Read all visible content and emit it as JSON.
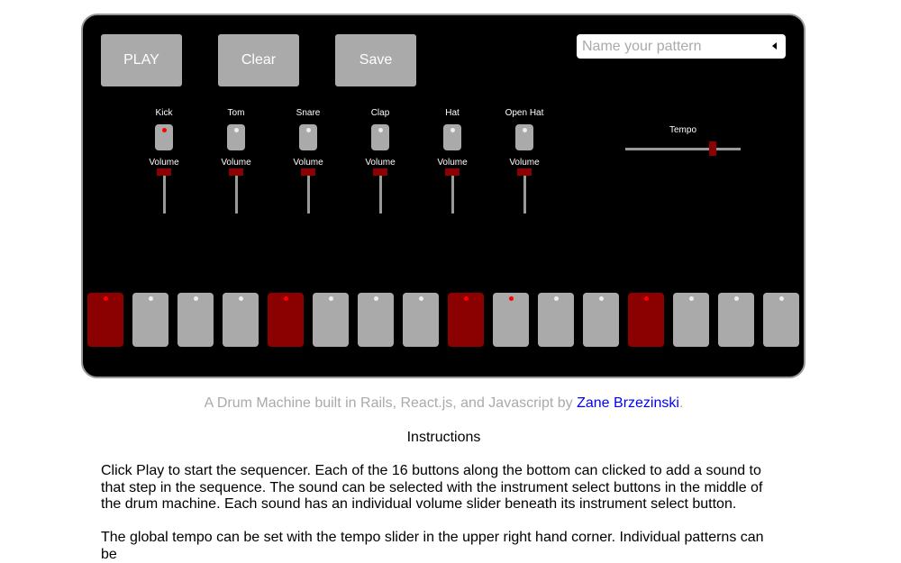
{
  "toolbar": {
    "play": "PLAY",
    "clear": "Clear",
    "save": "Save"
  },
  "pattern_name": {
    "placeholder": "Name your pattern",
    "value": ""
  },
  "instruments": [
    {
      "name": "Kick",
      "selected": true,
      "volume_label": "Volume",
      "volume": 1.0
    },
    {
      "name": "Tom",
      "selected": false,
      "volume_label": "Volume",
      "volume": 1.0
    },
    {
      "name": "Snare",
      "selected": false,
      "volume_label": "Volume",
      "volume": 1.0
    },
    {
      "name": "Clap",
      "selected": false,
      "volume_label": "Volume",
      "volume": 1.0
    },
    {
      "name": "Hat",
      "selected": false,
      "volume_label": "Volume",
      "volume": 1.0
    },
    {
      "name": "Open Hat",
      "selected": false,
      "volume_label": "Volume",
      "volume": 1.0
    }
  ],
  "tempo": {
    "label": "Tempo",
    "value": 0.76
  },
  "steps": [
    {
      "active": true,
      "led": true
    },
    {
      "active": false,
      "led": false
    },
    {
      "active": false,
      "led": false
    },
    {
      "active": false,
      "led": false
    },
    {
      "active": true,
      "led": true
    },
    {
      "active": false,
      "led": false
    },
    {
      "active": false,
      "led": false
    },
    {
      "active": false,
      "led": false
    },
    {
      "active": true,
      "led": true
    },
    {
      "active": false,
      "led": true
    },
    {
      "active": false,
      "led": false
    },
    {
      "active": false,
      "led": false
    },
    {
      "active": true,
      "led": true
    },
    {
      "active": false,
      "led": false
    },
    {
      "active": false,
      "led": false
    },
    {
      "active": false,
      "led": false
    }
  ],
  "footer": {
    "text": "A Drum Machine built in Rails, React.js, and Javascript by ",
    "link": "Zane Brzezinski",
    "end": "."
  },
  "instructions": {
    "title": "Instructions",
    "p1": "Click Play to start the sequencer. Each of the 16 buttons along the bottom can clicked to add a sound to that step in the sequence. The sound can be selected with the instrument select buttons in the middle of the drum machine. Each sound has an individual volume slider beneath its instrument select button.",
    "p2": "The global tempo can be set with the tempo slider in the upper right hand corner. Individual patterns can be"
  },
  "colors": {
    "active": "#8b0000",
    "inactive": "#aaaaaa",
    "led_on": "#ff0000",
    "link": "#0000ff"
  }
}
